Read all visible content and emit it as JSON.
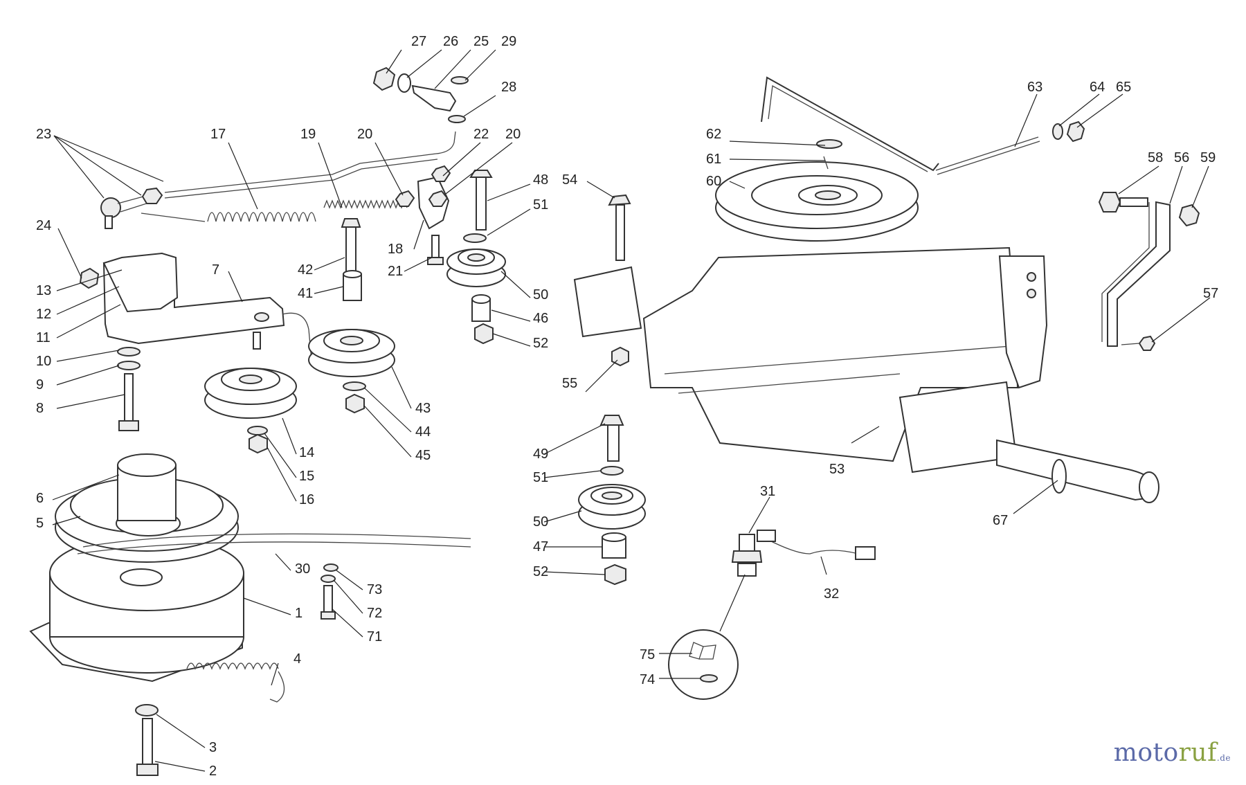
{
  "watermark": {
    "brand_a": "moto",
    "brand_b": "ruf",
    "tld": ".de"
  },
  "labels": {
    "l1": "1",
    "l2": "2",
    "l3": "3",
    "l4": "4",
    "l5": "5",
    "l6": "6",
    "l7": "7",
    "l8": "8",
    "l9": "9",
    "l10": "10",
    "l11": "11",
    "l12": "12",
    "l13": "13",
    "l14": "14",
    "l15": "15",
    "l16": "16",
    "l17": "17",
    "l18": "18",
    "l19": "19",
    "l20a": "20",
    "l20b": "20",
    "l21": "21",
    "l22": "22",
    "l23": "23",
    "l24": "24",
    "l25": "25",
    "l26": "26",
    "l27": "27",
    "l28": "28",
    "l29": "29",
    "l30": "30",
    "l31": "31",
    "l32": "32",
    "l41": "41",
    "l42": "42",
    "l43": "43",
    "l44": "44",
    "l45": "45",
    "l46": "46",
    "l47": "47",
    "l48": "48",
    "l49": "49",
    "l50a": "50",
    "l50b": "50",
    "l51a": "51",
    "l51b": "51",
    "l52a": "52",
    "l52b": "52",
    "l53": "53",
    "l54": "54",
    "l55": "55",
    "l56": "56",
    "l57": "57",
    "l58": "58",
    "l59": "59",
    "l60": "60",
    "l61": "61",
    "l62": "62",
    "l63": "63",
    "l64": "64",
    "l65": "65",
    "l67": "67",
    "l71": "71",
    "l72": "72",
    "l73": "73",
    "l74": "74",
    "l75": "75"
  }
}
